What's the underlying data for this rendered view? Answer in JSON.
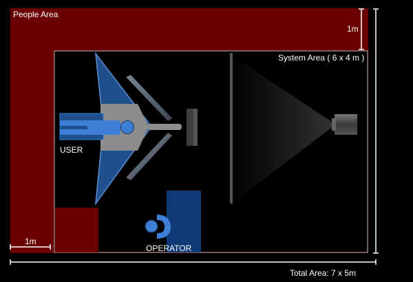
{
  "labels": {
    "people_area": "People Area",
    "system_area": "System Area ( 6 x 4 m )",
    "user": "USER",
    "operator": "OPERATOR",
    "scale_top": "1m",
    "scale_left": "1m",
    "total_area": "Total Area: 7 x 5m"
  },
  "colors": {
    "background": "#000000",
    "people_area": "#6b0000",
    "accent_blue": "#3d7fd6",
    "dark_blue": "#0e3a76",
    "line": "#ffffff"
  },
  "icons": [
    "user-figure-icon",
    "operator-figure-icon",
    "projector-icon",
    "screen-icon"
  ]
}
